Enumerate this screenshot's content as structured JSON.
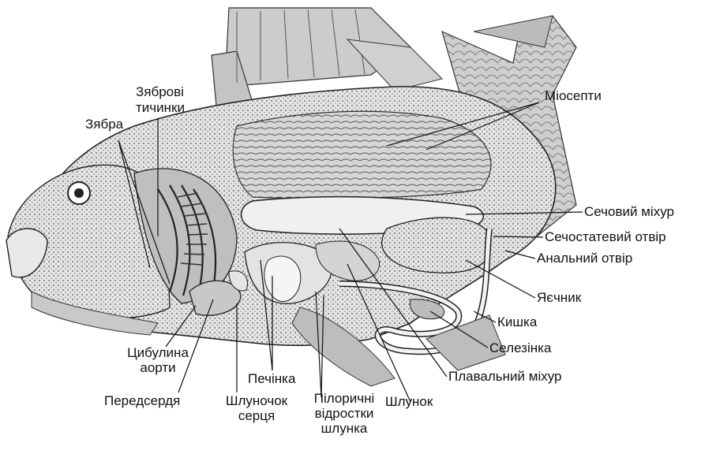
{
  "labels": {
    "gill_rakers": "Зяброві тичинки",
    "gills": "Зябра",
    "myosepta": "Міосепти",
    "bile_bladder": "Сечовий міхур",
    "urogenital_opening": "Сечостатевий отвір",
    "anal_opening": "Анальний отвір",
    "ovary": "Яєчник",
    "intestine": "Кишка",
    "spleen": "Селезінка",
    "swim_bladder": "Плавальний міхур",
    "stomach": "Шлунок",
    "pyloric_caeca": "Пілоричні відростки шлунка",
    "liver": "Печінка",
    "ventricle": "Шлуночок серця",
    "atrium": "Передсердя",
    "bulbus_arteriosus": "Цибулина аорти"
  },
  "colors": {
    "ink": "#111111",
    "body": "#d9d9d9",
    "organ": "#f2f2f2"
  }
}
